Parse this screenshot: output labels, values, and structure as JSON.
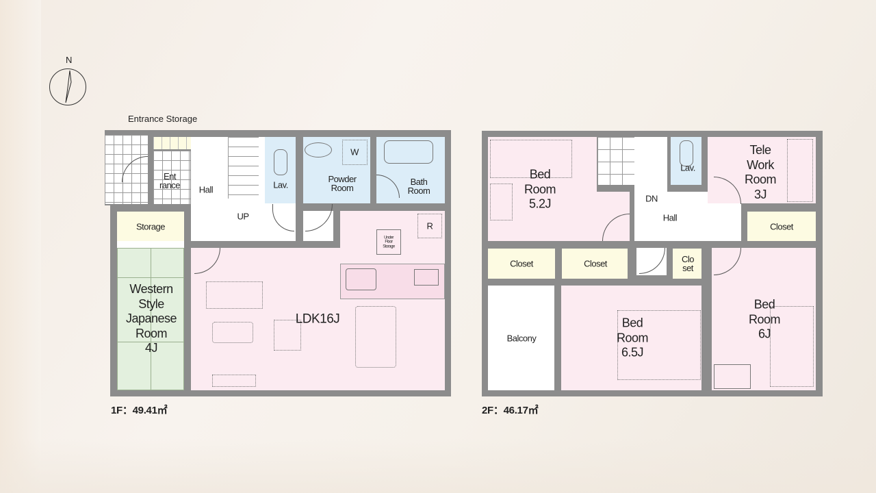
{
  "compass": {
    "label": "N"
  },
  "floor1": {
    "area_label": "1F：49.41㎡",
    "rooms": {
      "entrance_storage": "Entrance Storage",
      "entrance": "Ent\nrance",
      "hall": "Hall",
      "up": "UP",
      "lav": "Lav.",
      "powder": "Powder\nRoom",
      "washer": "W",
      "bath": "Bath\nRoom",
      "storage": "Storage",
      "japanese": "Western\nStyle\nJapanese\nRoom\n4J",
      "ldk": "LDK16J",
      "under_floor": "Under\nFloor\nStorage",
      "fridge": "R"
    }
  },
  "floor2": {
    "area_label": "2F：46.17㎡",
    "rooms": {
      "bed1": "Bed\nRoom\n5.2J",
      "lav": "Lav.",
      "telework": "Tele\nWork\nRoom\n3J",
      "dn": "DN",
      "hall": "Hall",
      "closet1": "Closet",
      "closet2": "Closet",
      "closet3": "Clo\nset",
      "closet4": "Closet",
      "balcony": "Balcony",
      "bed2": "Bed\nRoom\n6.5J",
      "bed3": "Bed\nRoom\n6J"
    }
  }
}
